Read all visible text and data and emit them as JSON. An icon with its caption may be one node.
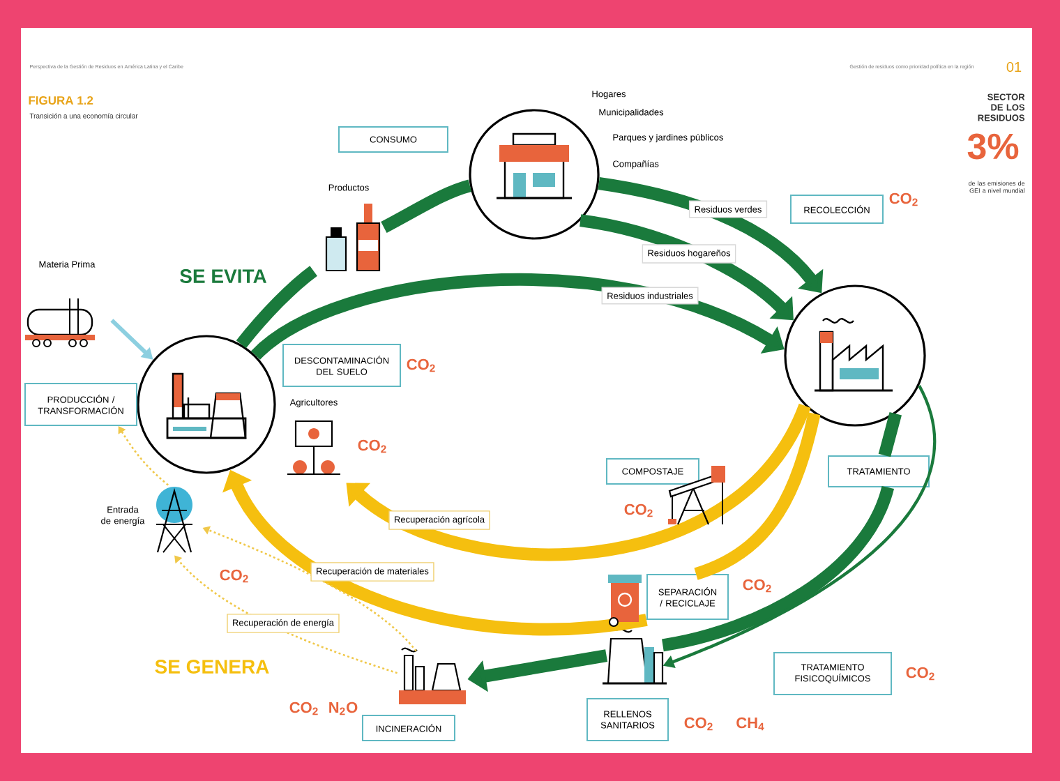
{
  "diagram": {
    "title": "FIGURA 1.2",
    "nodes": [
      {
        "text": [],
        "shape": "circle"
      },
      {
        "text": [],
        "shape": "circle",
        "beside": [
          "Hogares",
          "Municipalidades",
          "Parques y jardines públicos",
          "Compañías"
        ]
      },
      {
        "text": [],
        "shape": "circle"
      },
      {
        "text": [
          "CONSUMO"
        ]
      },
      {
        "text": [
          "RECOLECCIÓN"
        ],
        "beside": [
          "CO$_{2}$"
        ]
      },
      {
        "text": [
          "PRODUCCIÓN / TRANSFORMACIÓN"
        ]
      },
      {
        "text": [
          "DESCONTAMINACIÓN DEL SUELO"
        ],
        "beside": [
          "CO$_{2}$"
        ]
      },
      {
        "text": [
          "COMPOSTAJE"
        ],
        "beside": [
          "CO$_{2}$"
        ]
      },
      {
        "text": [
          "TRATAMIENTO"
        ]
      },
      {
        "text": [
          "SEPARACIÓN / RECICLAJE"
        ],
        "beside": [
          "CO$_{2}$"
        ]
      },
      {
        "text": [
          "TRATAMIENTO FISICOQUÍMICOS"
        ],
        "beside": [
          "CO$_{2}$"
        ]
      },
      {
        "text": [
          "INCINERACIÓN"
        ],
        "beside": [
          "CO$_{2}$",
          "N$_{2}$O"
        ]
      },
      {
        "text": [
          "RELLENOS SANITARIOS"
        ],
        "beside": [
          "CO$_{2}$",
          "CH$_{4}$"
        ]
      },
      {
        "text": [
          "Materia Prima"
        ]
      },
      {
        "text": [],
        "shape": "picture",
        "beside": [
          "Entrada de energía"
        ]
      },
      {
        "text": [],
        "shape": "picture"
      },
      {
        "text": [],
        "shape": "picture"
      },
      {
        "text": [
          "Agricultores"
        ],
        "beside": [
          "CO$_{2}$"
        ]
      },
      {
        "text": [
          "Productos"
        ]
      }
    ],
    "edges": [
      {
        "from": 13,
        "to": 0,
        "arrow": "to",
        "color": "#8ccfe0"
      },
      {
        "from": 0,
        "to": 18,
        "arrow": "none"
      },
      {
        "from": 18,
        "to": 1,
        "arrow": "none"
      },
      {
        "from": 1,
        "to": 2,
        "arrow": "to",
        "label": "Residuos verdes"
      },
      {
        "from": 1,
        "to": 2,
        "arrow": "to",
        "label": "Residuos hogareños"
      },
      {
        "from": 0,
        "to": 2,
        "arrow": "to",
        "label": "Residuos industriales"
      },
      {
        "from": 2,
        "to": 8,
        "arrow": "none"
      },
      {
        "from": 8,
        "to": 16,
        "arrow": "none"
      },
      {
        "from": 2,
        "to": 16,
        "arrow": "to"
      },
      {
        "from": 16,
        "to": 15,
        "arrow": "to"
      },
      {
        "from": 2,
        "to": 9,
        "arrow": "none",
        "color": "#f5bf0f"
      },
      {
        "from": 9,
        "to": 0,
        "arrow": "to",
        "color": "#f5bf0f"
      },
      {
        "from": 2,
        "to": 17,
        "arrow": "to",
        "color": "#f5bf0f",
        "label": "Recuperación agrícola"
      },
      {
        "from": 15,
        "to": 14,
        "arrow": "to",
        "style": "dashed",
        "color": "#f0c84a",
        "label": "Recuperación de materiales"
      },
      {
        "from": 15,
        "to": 14,
        "arrow": "to",
        "style": "dashed",
        "color": "#f0c84a",
        "label": "Recuperación de energía"
      },
      {
        "from": 14,
        "to": 5,
        "arrow": "to",
        "style": "dashed",
        "color": "#f0c84a"
      }
    ],
    "labels": [
      "Perspectiva de la Gestión de Residuos en América Latina y el Caribe",
      "Transición a una economía circular",
      "Gestión de residuos como prioridad política en la región",
      "01",
      "SECTOR DE LOS RESIDUOS",
      "3%",
      "de las emisiones de GEI a nivel mundial",
      "SE EVITA",
      "SE GENERA",
      "CO$_{2}$"
    ]
  }
}
